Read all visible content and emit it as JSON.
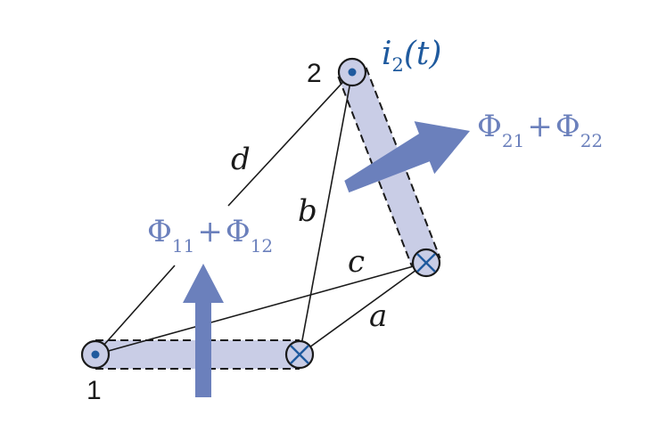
{
  "colors": {
    "conductor_fill": "#c9cde6",
    "arrow": "#6b80bc",
    "flux_text": "#6b80bc",
    "current_text": "#1f5a9e",
    "dot": "#1f5a9e",
    "line": "#1a1a1a"
  },
  "labels": {
    "node1": "1",
    "node2": "2",
    "current_main": "i",
    "current_sub": "2",
    "current_arg": "(t)",
    "dist_d": "d",
    "dist_b": "b",
    "dist_c": "c",
    "dist_a": "a"
  },
  "flux1": {
    "first": "Φ",
    "first_sub": "11",
    "plus": "+",
    "second": "Φ",
    "second_sub": "12"
  },
  "flux2": {
    "first": "Φ",
    "first_sub": "21",
    "plus": "+",
    "second": "Φ",
    "second_sub": "22"
  },
  "icons": {
    "dot_conductor": "dot-in-circle-icon",
    "cross_conductor": "cross-in-circle-icon",
    "flux_arrow": "flux-arrow-icon"
  }
}
